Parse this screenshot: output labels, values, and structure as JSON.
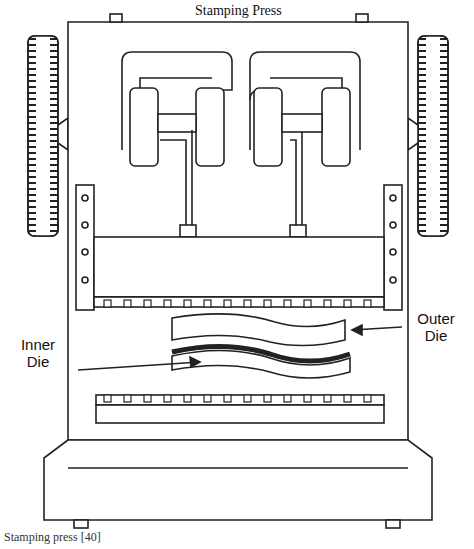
{
  "diagram": {
    "title": "Stamping Press",
    "caption": "Stamping press [40]",
    "labels": [
      "Outer Die",
      "Inner Die"
    ]
  }
}
